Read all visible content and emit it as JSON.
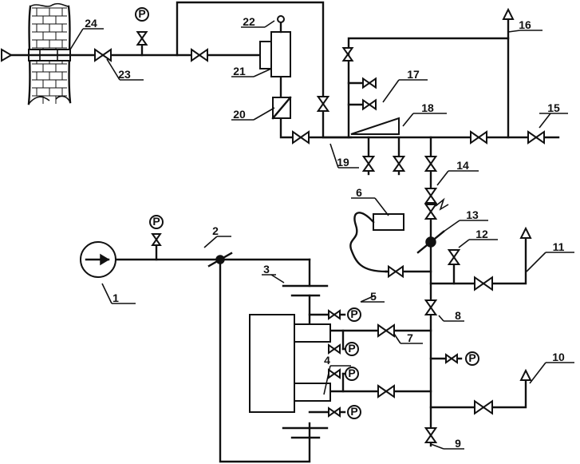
{
  "labels": [
    "1",
    "2",
    "3",
    "4",
    "5",
    "6",
    "7",
    "8",
    "9",
    "10",
    "11",
    "12",
    "13",
    "14",
    "15",
    "16",
    "17",
    "18",
    "19",
    "20",
    "21",
    "22",
    "23",
    "24"
  ],
  "gauge_letter": "P",
  "icons": {
    "pump": "circle-with-arrow",
    "gauge": "pressure-gauge-circle-P",
    "valve": "double-triangle-valve",
    "vent": "upward-triangle-outlet",
    "wall": "brick-wall-pipe-pass"
  }
}
